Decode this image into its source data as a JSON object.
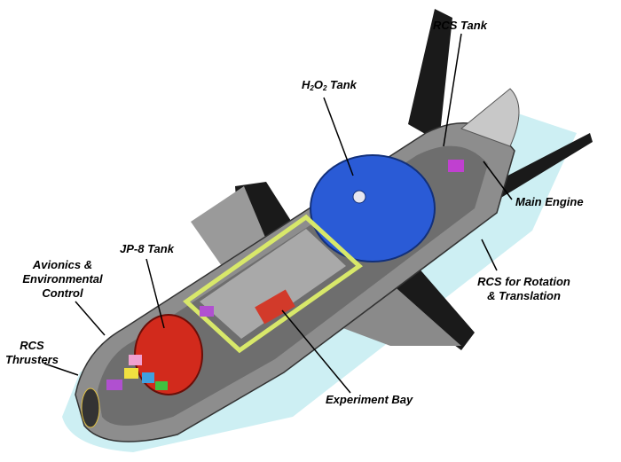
{
  "labels": {
    "rcs_tank": "RCS Tank",
    "h2o2_tank_h": "H",
    "h2o2_tank_sub1": "2",
    "h2o2_tank_o": "O",
    "h2o2_tank_sub2": "2",
    "h2o2_tank_rest": " Tank",
    "main_engine": "Main Engine",
    "rcs_rotation_line1": "RCS for Rotation",
    "rcs_rotation_line2": "& Translation",
    "experiment_bay": "Experiment Bay",
    "jp8_tank": "JP-8 Tank",
    "avionics_line1": "Avionics &",
    "avionics_line2": "Environmental",
    "avionics_line3": "Control",
    "rcs_thrusters_line1": "RCS",
    "rcs_thrusters_line2": "Thrusters"
  },
  "colors": {
    "shadow": "#cdeff3",
    "hull": "#8d8d8d",
    "wing": "#1a1a1a",
    "h2o2_tank": "#2a5bd6",
    "jp8_tank": "#d22a1c",
    "bay_frame": "#d8e86a"
  }
}
